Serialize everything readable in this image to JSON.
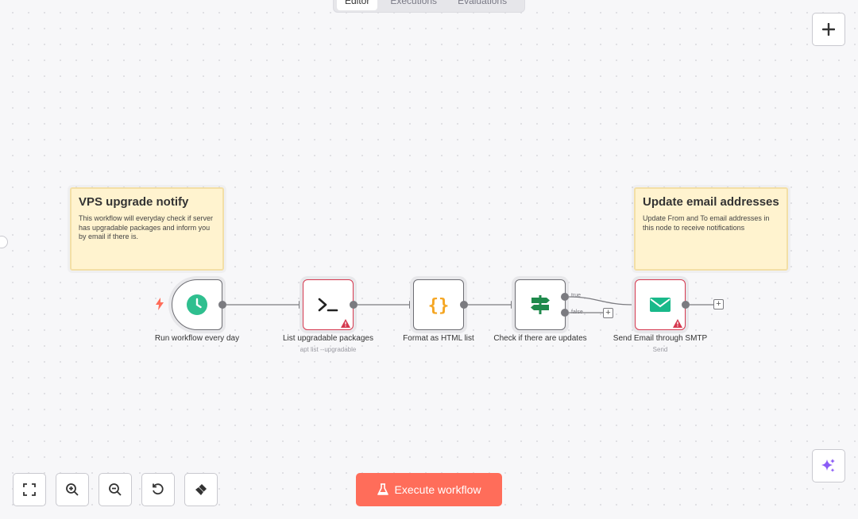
{
  "tabs": [
    "Editor",
    "Executions",
    "Evaluations"
  ],
  "stickies": [
    {
      "title": "VPS upgrade notify",
      "body": "This workflow will everyday check if server has upgradable packages and inform you by email if there is."
    },
    {
      "title": "Update email addresses",
      "body": "Update From and To email addresses in this node to receive notifications"
    }
  ],
  "nodes": [
    {
      "label": "Run workflow every day",
      "sub": "",
      "icon": "clock-icon"
    },
    {
      "label": "List upgradable packages",
      "sub": "apt list --upgradable",
      "icon": "terminal-icon"
    },
    {
      "label": "Format as HTML list",
      "sub": "",
      "icon": "code-braces-icon"
    },
    {
      "label": "Check if there are updates",
      "sub": "",
      "icon": "signpost-icon"
    },
    {
      "label": "Send Email through SMTP",
      "sub": "Send",
      "icon": "envelope-icon"
    }
  ],
  "branches": {
    "true": "true",
    "false": "false"
  },
  "execute_label": "Execute workflow",
  "colors": {
    "accent": "#ff6d5a",
    "error": "#d5384f",
    "trigger": "#2fbf8f",
    "code": "#f5a623",
    "if": "#1f8a4c",
    "sticky": "#fff3cf"
  }
}
